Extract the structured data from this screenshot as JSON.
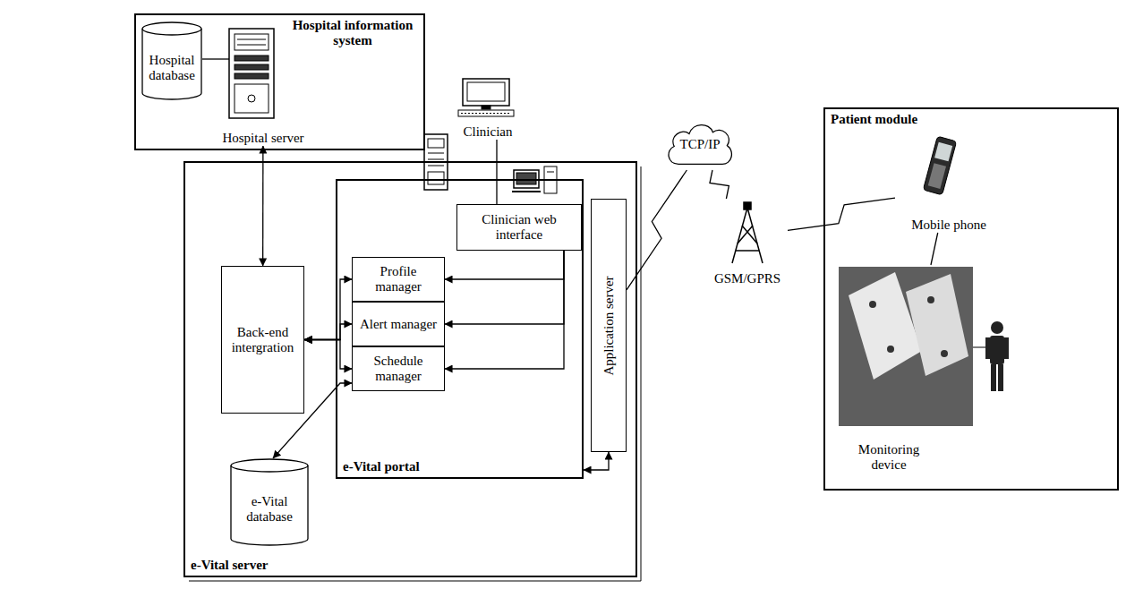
{
  "diagram": {
    "nodes": [
      {
        "text": [
          "Hospital information system"
        ]
      },
      {
        "text": [
          "Hospital database"
        ],
        "in": 0
      },
      {
        "text": [
          "Hospital server"
        ],
        "in": 0
      },
      {
        "text": [
          "Clinician"
        ]
      },
      {
        "text": [
          "e-Vital server"
        ]
      },
      {
        "text": [
          "Back-end intergration"
        ],
        "in": 4
      },
      {
        "text": [
          "e-Vital portal"
        ],
        "in": 4
      },
      {
        "text": [
          "Clinician web interface"
        ],
        "in": 6
      },
      {
        "text": [
          "Profile manager"
        ],
        "in": 6
      },
      {
        "text": [
          "Alert manager"
        ],
        "in": 6
      },
      {
        "text": [
          "Schedule manager"
        ],
        "in": 6
      },
      {
        "text": [
          "e-Vital database"
        ],
        "in": 4
      },
      {
        "text": [
          "Application server"
        ],
        "in": 4
      },
      {
        "text": [
          "TCP/IP"
        ]
      },
      {
        "text": [
          "GSM/GPRS"
        ]
      },
      {
        "text": [
          "Patient module"
        ]
      },
      {
        "text": [
          "Mobile phone"
        ],
        "in": 15
      },
      {
        "text": [
          "Monitoring device"
        ],
        "in": 15
      }
    ],
    "edges": [
      {
        "from": 2,
        "to": 5,
        "arrow": "both"
      },
      {
        "from": 5,
        "to": 8,
        "arrow": "both"
      },
      {
        "from": 5,
        "to": 9,
        "arrow": "both"
      },
      {
        "from": 5,
        "to": 10,
        "arrow": "both"
      },
      {
        "from": 11,
        "to": 10,
        "arrow": "both"
      },
      {
        "from": 7,
        "to": 8,
        "arrow": "to"
      },
      {
        "from": 7,
        "to": 9,
        "arrow": "to"
      },
      {
        "from": 7,
        "to": 10,
        "arrow": "to"
      },
      {
        "from": 3,
        "to": 7,
        "arrow": "none"
      },
      {
        "from": 6,
        "to": 12,
        "arrow": "both"
      },
      {
        "from": 12,
        "to": 13,
        "arrow": "none"
      },
      {
        "from": 13,
        "to": 14,
        "arrow": "none"
      },
      {
        "from": 14,
        "to": 16,
        "arrow": "none"
      },
      {
        "from": 16,
        "to": 17,
        "arrow": "none"
      },
      {
        "from": 1,
        "to": 2,
        "arrow": "none"
      }
    ]
  }
}
